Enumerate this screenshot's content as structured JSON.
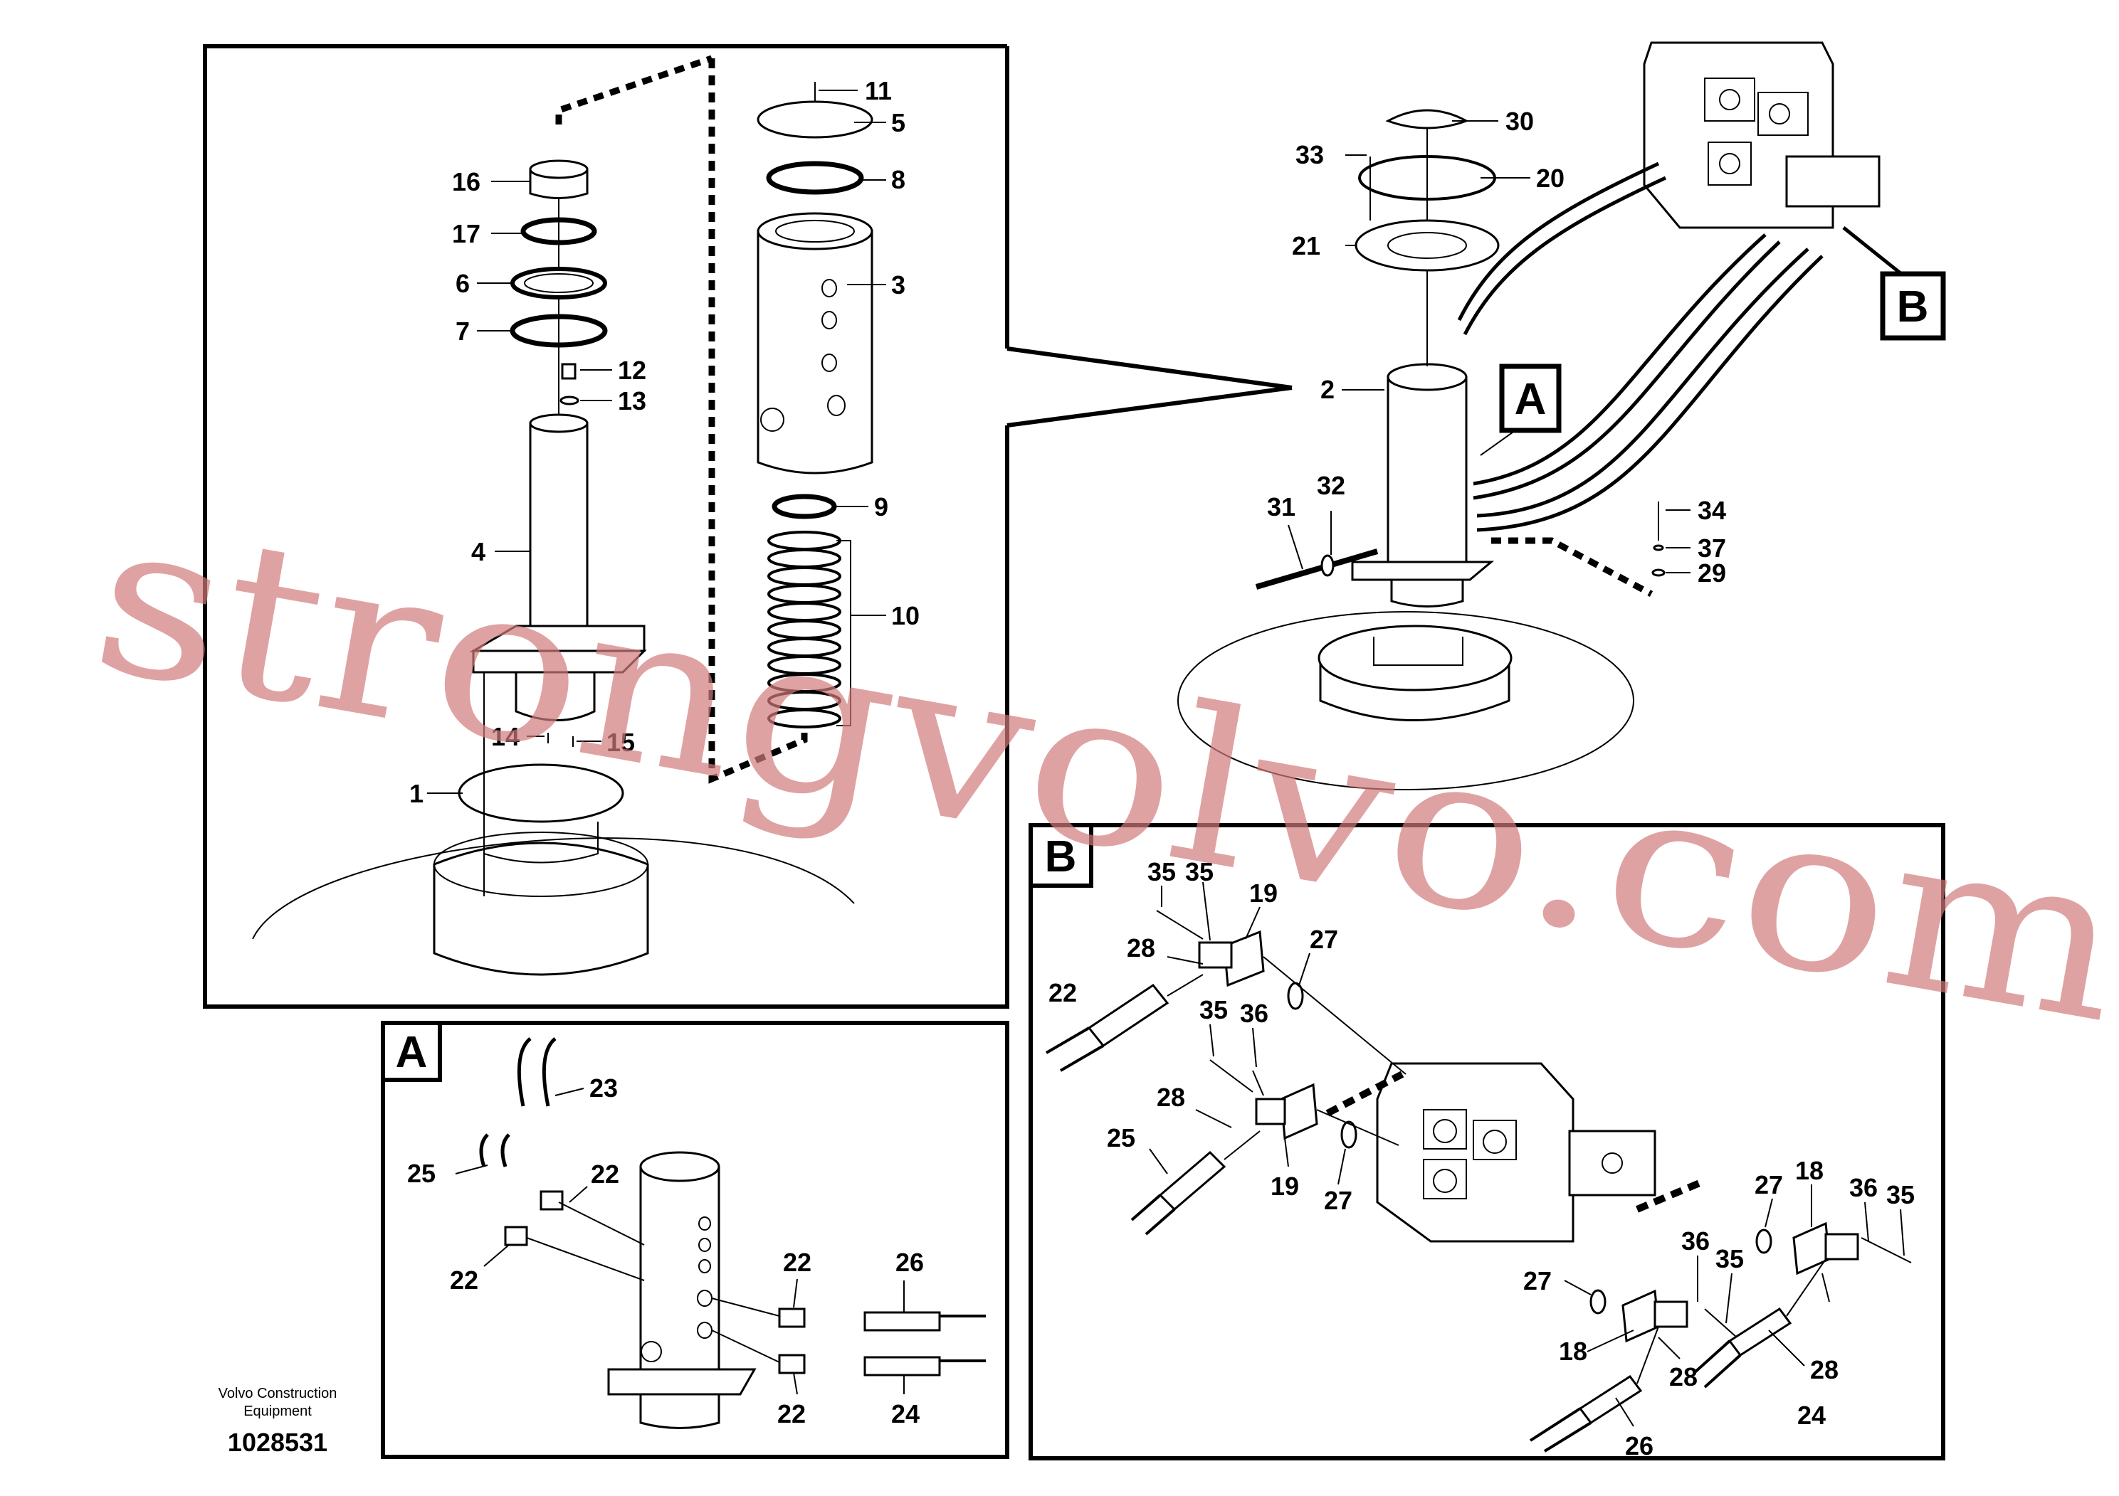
{
  "detail_tags": {
    "a": "A",
    "b": "B"
  },
  "main_view_callouts": {
    "c2": "2",
    "c20": "20",
    "c21": "21",
    "c29": "29",
    "c30": "30",
    "c31": "31",
    "c32": "32",
    "c33": "33",
    "c34": "34",
    "c37": "37"
  },
  "exploded_view_callouts": {
    "c1": "1",
    "c3": "3",
    "c4": "4",
    "c5": "5",
    "c6": "6",
    "c7": "7",
    "c8": "8",
    "c9": "9",
    "c10": "10",
    "c11": "11",
    "c12": "12",
    "c13": "13",
    "c14": "14",
    "c15": "15",
    "c16": "16",
    "c17": "17"
  },
  "detail_a_callouts": {
    "c22a": "22",
    "c22b": "22",
    "c22c": "22",
    "c22d": "22",
    "c23": "23",
    "c24": "24",
    "c25": "25",
    "c26": "26"
  },
  "detail_b_callouts": {
    "c35a": "35",
    "c35b": "35",
    "c35c": "35",
    "c35d": "35",
    "c35e": "35",
    "c19a": "19",
    "c19b": "19",
    "c28a": "28",
    "c28b": "28",
    "c28c": "28",
    "c28d": "28",
    "c22": "22",
    "c36a": "36",
    "c36b": "36",
    "c36c": "36",
    "c25": "25",
    "c27a": "27",
    "c27b": "27",
    "c27c": "27",
    "c27d": "27",
    "c18a": "18",
    "c18b": "18",
    "c24": "24",
    "c26": "26"
  },
  "footer": {
    "maker_line1": "Volvo Construction",
    "maker_line2": "Equipment",
    "drawing_number": "1028531"
  },
  "watermark": "strongvolvo.com"
}
